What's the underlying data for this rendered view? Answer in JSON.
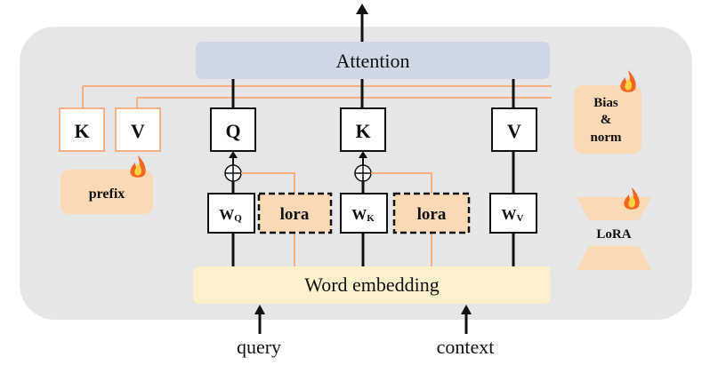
{
  "attention": {
    "label": "Attention"
  },
  "embedding": {
    "label": "Word embedding"
  },
  "inputs": {
    "query": "query",
    "context": "context"
  },
  "prefix": {
    "k": "K",
    "v": "V",
    "label": "prefix"
  },
  "qkv": {
    "q": "Q",
    "k": "K",
    "v": "V"
  },
  "weights": {
    "wq": {
      "base": "W",
      "sub": "Q"
    },
    "wk": {
      "base": "W",
      "sub": "K"
    },
    "wv": {
      "base": "W",
      "sub": "V"
    }
  },
  "lora_blocks": {
    "lora_q": "lora",
    "lora_k": "lora"
  },
  "legend": {
    "bias_norm": {
      "line1": "Bias",
      "line2": "&",
      "line3": "norm"
    },
    "lora": "LoRA"
  },
  "colors": {
    "panel": "#e6e6e6",
    "attention": "#cfd8e4",
    "embedding": "#fdf0cc",
    "tunable": "#fbd9b4",
    "tunable_line": "#f6b088",
    "flame": "#f26522"
  },
  "icons": [
    "flame-icon",
    "plus-circle-icon",
    "up-arrow-icon"
  ]
}
